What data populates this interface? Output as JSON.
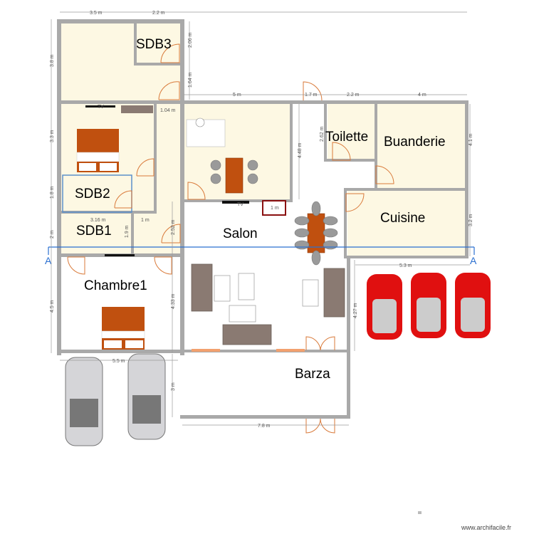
{
  "rooms": {
    "sdb3": "SDB3",
    "sdb2": "SDB2",
    "sdb1": "SDB1",
    "chambre1": "Chambre1",
    "salon": "Salon",
    "toilette": "Toilette",
    "buanderie": "Buanderie",
    "cuisine": "Cuisine",
    "barza": "Barza"
  },
  "dimensions": {
    "top_left_width": "3.5 m",
    "sdb3_width": "2.2 m",
    "left_h1": "3.8 m",
    "left_h2": "3.3 m",
    "left_h3": "1.8 m",
    "left_h4": "2 m",
    "left_h5": "4.5 m",
    "sdb3_height": "2.06 m",
    "corridor_top": "1.64 m",
    "corridor_width": "1.04 m",
    "sdb1_width": "3.16 m",
    "corridor_width2": "1 m",
    "sdb1_height": "1.9 m",
    "corridor_h": "2.52 m",
    "office_width": "5 m",
    "entry_width": "1.7 m",
    "toilette_width": "2.2 m",
    "buanderie_width": "4 m",
    "office_height": "4.48 m",
    "toilette_height": "2.62 m",
    "buanderie_height": "4.1 m",
    "cuisine_height": "3.2 m",
    "parking_width": "5.3 m",
    "salon_height_right": "4.27 m",
    "chambre1_height": "4.33 m",
    "parking_left_width": "5.5 m",
    "barza_height": "3 m",
    "barza_width": "7.8 m",
    "cabinet_width": "1 m"
  },
  "furniture": {
    "tv": "TV"
  },
  "section": {
    "label": "A",
    "color": "#2a6fd0"
  },
  "colors": {
    "room_fill": "#fdf8e3",
    "wall": "#a9a9a9",
    "bed": "#c0500f",
    "car_red": "#e01010"
  },
  "footer": {
    "watermark": "www.archifacile.fr"
  }
}
